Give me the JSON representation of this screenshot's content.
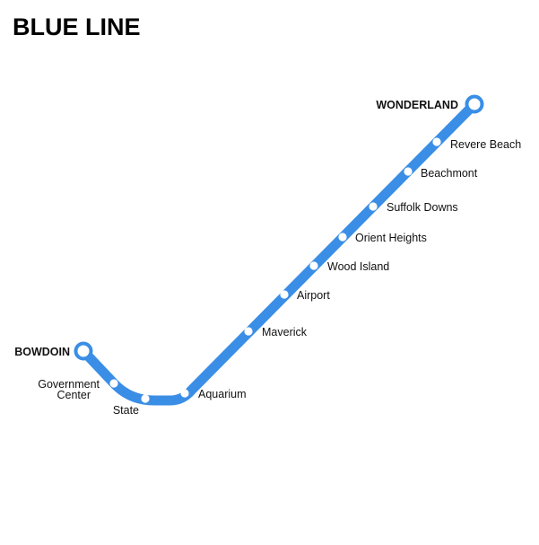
{
  "title": "BLUE LINE",
  "line_color": "#3A8EE6",
  "stations": [
    {
      "id": "wonderland",
      "name": "WONDERLAND",
      "type": "terminus"
    },
    {
      "id": "revere-beach",
      "name": "Revere Beach",
      "type": "stop"
    },
    {
      "id": "beachmont",
      "name": "Beachmont",
      "type": "stop"
    },
    {
      "id": "suffolk-downs",
      "name": "Suffolk Downs",
      "type": "stop"
    },
    {
      "id": "orient-heights",
      "name": "Orient Heights",
      "type": "stop"
    },
    {
      "id": "wood-island",
      "name": "Wood Island",
      "type": "stop"
    },
    {
      "id": "airport",
      "name": "Airport",
      "type": "stop"
    },
    {
      "id": "maverick",
      "name": "Maverick",
      "type": "stop"
    },
    {
      "id": "aquarium",
      "name": "Aquarium",
      "type": "stop"
    },
    {
      "id": "state",
      "name": "State",
      "type": "stop"
    },
    {
      "id": "government-center",
      "name": "Government Center",
      "type": "stop"
    },
    {
      "id": "bowdoin",
      "name": "BOWDOIN",
      "type": "terminus"
    }
  ]
}
